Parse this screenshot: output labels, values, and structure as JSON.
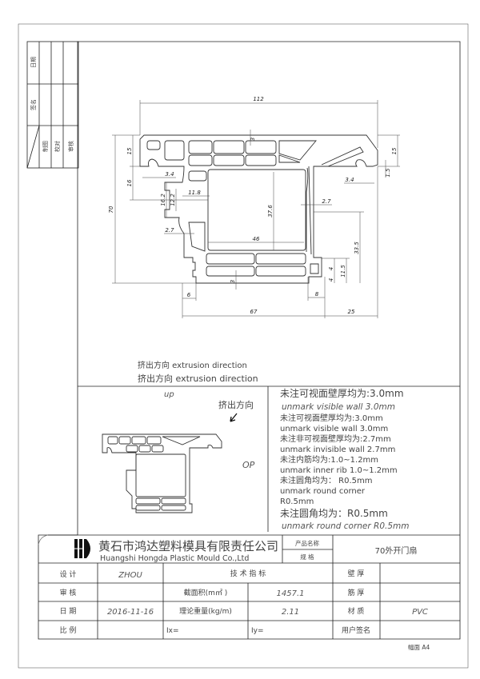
{
  "margin_table": {
    "date": "日期",
    "sign": "签名",
    "drawn": "制图",
    "checked": "校对",
    "reviewed": "审核"
  },
  "dimensions": {
    "overall_width": "112",
    "height": "70",
    "top_flange": "15",
    "left_lower": "16",
    "right_flange": "15",
    "right_gap": "1.5",
    "left_groove": "3.4",
    "right_groove": "3.4",
    "top_wall": "3",
    "bottom_wall": "3",
    "lug_width": "11.8",
    "lug_outer": "16.2",
    "lug_inner": "12.2",
    "right_wall": "2.7",
    "left_wall": "2.7",
    "chamber_height": "37.6",
    "chamber_width": "46",
    "right_height": "33.5",
    "foot_height": "11.5",
    "foot_a": "4",
    "foot_b": "4",
    "left_foot": "6",
    "right_foot": "8",
    "body_width": "67",
    "overhang": "25"
  },
  "extrusion": {
    "label": "挤出方向 extrusion direction",
    "label_overlap": "挤出方向 extrusion direction",
    "up": "up",
    "arrow_label": "挤出方向",
    "op": "OP"
  },
  "notes": {
    "visible_cn": "未注可视面壁厚均为:3.0mm",
    "visible_en": "unmark visible wall 3.0mm",
    "stack": [
      "未注可视面壁厚均为:3.0mm",
      "unmark visible wall 3.0mm",
      "未注非可视面壁厚均为:2.7mm",
      "unmark invisible wall 2.7mm",
      "未注内筋均为:1.0~1.2mm",
      "unmark inner rib 1.0~1.2mm",
      "未注圆角均为： R0.5mm",
      "unmark round corner",
      "R0.5mm"
    ],
    "round_cn": "未注圆角均为：R0.5mm",
    "round_en": "unmark round corner R0.5mm"
  },
  "title_block": {
    "company_cn": "黄石市鸿达塑料模具有限责任公司",
    "company_en": "Huangshi  Hongda  Plastic  Mould  Co.,Ltd",
    "product_name_label": "产品名称",
    "spec_label": "规 格",
    "product_name": "70外开门扇",
    "design_label": "设 计",
    "design_value": "ZHOU",
    "review_label": "审 核",
    "date_label": "日 期",
    "date_value": "2016-11-16",
    "scale_label": "比 例",
    "tech_label": "技 术 指 标",
    "area_label": "截面积(m㎡ )",
    "area_value": "1457.1",
    "weight_label": "理论重量(kg/m)",
    "weight_value": "2.11",
    "ix_label": "Ix=",
    "iy_label": "Iy=",
    "wall_label": "壁 厚",
    "rib_label": "筋 厚",
    "material_label": "材 质",
    "material_value": "PVC",
    "user_sign_label": "用户签名",
    "paper_size": "幅面 A4"
  }
}
